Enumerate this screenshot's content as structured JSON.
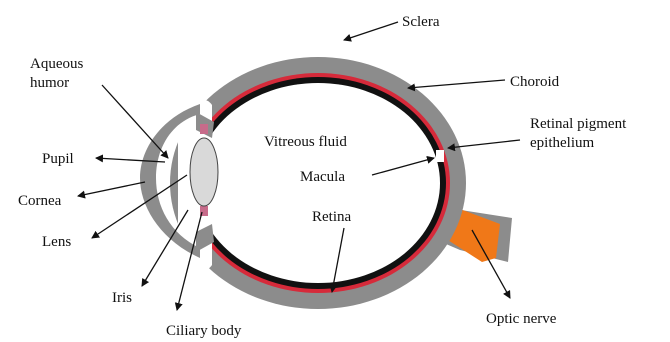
{
  "diagram": {
    "labels": {
      "sclera": "Sclera",
      "choroid": "Choroid",
      "aqueous_line1": "Aqueous",
      "aqueous_line2": "humor",
      "retinal_pigment_line1": "Retinal pigment",
      "retinal_pigment_line2": "epithelium",
      "vitreous": "Vitreous fluid",
      "pupil": "Pupil",
      "macula": "Macula",
      "cornea": "Cornea",
      "retina": "Retina",
      "lens": "Lens",
      "iris": "Iris",
      "optic_nerve": "Optic nerve",
      "ciliary_body": "Ciliary body"
    },
    "colors": {
      "sclera": "#8c8c8c",
      "choroid": "#111111",
      "retinal_pigment": "#d62a3a",
      "optic_nerve": "#f07818",
      "lens": "#d9d9d9",
      "ciliary": "#c76b8a",
      "arrow": "#111111"
    }
  }
}
